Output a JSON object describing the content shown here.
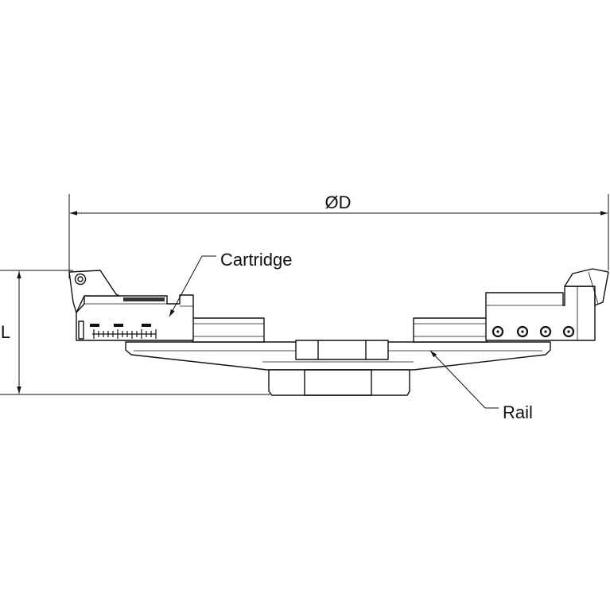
{
  "labels": {
    "diameter": "ØD",
    "length": "L",
    "cartridge": "Cartridge",
    "rail": "Rail"
  },
  "colors": {
    "line": "#111111",
    "fill": "#ffffff",
    "background": "#ffffff"
  }
}
